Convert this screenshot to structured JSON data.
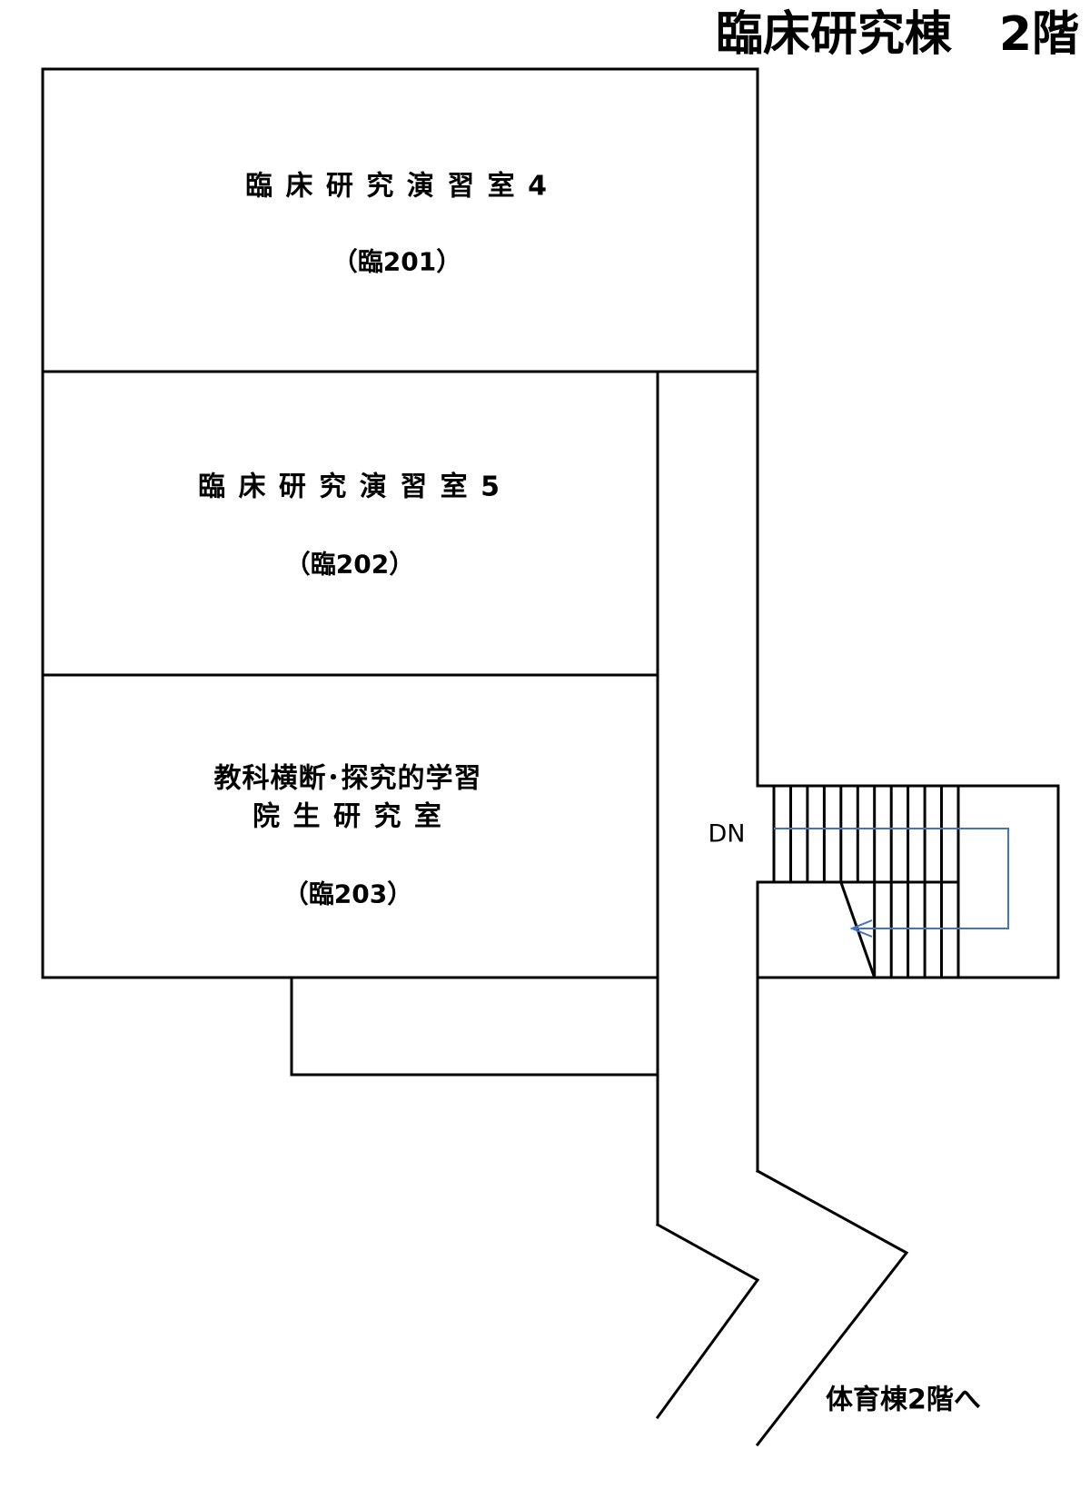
{
  "floor_plan": {
    "title": "臨床研究棟　2階",
    "rooms": [
      {
        "name": "臨 床 研 究 演 習 室 4",
        "code": "（臨201）"
      },
      {
        "name": "臨 床 研 究 演 習 室 5",
        "code": "（臨202）"
      },
      {
        "name": "教科横断･探究的学習",
        "name2": "院 生 研 究 室",
        "code": "（臨203）"
      }
    ],
    "stairs": {
      "direction_label": "DN"
    },
    "exit_label": "体育棟2階へ",
    "colors": {
      "walls": "#000000",
      "stair_arrow": "#4472C4"
    }
  }
}
